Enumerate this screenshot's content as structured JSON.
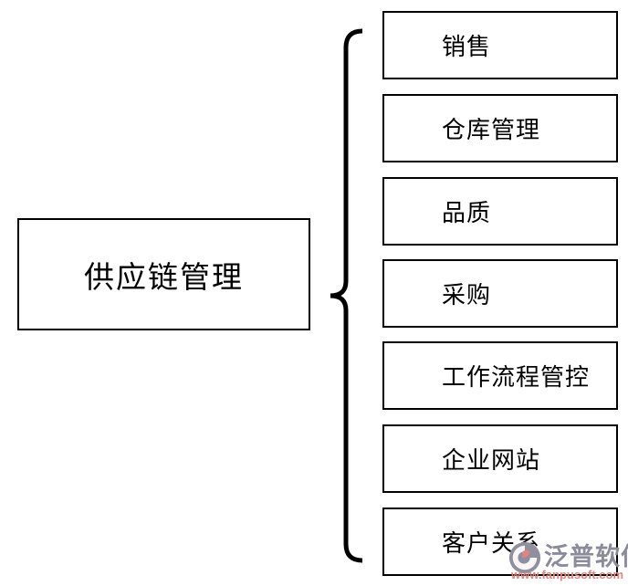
{
  "diagram": {
    "root": {
      "label": "供应链管理"
    },
    "branches": [
      {
        "label": "销售"
      },
      {
        "label": "仓库管理"
      },
      {
        "label": "品质"
      },
      {
        "label": "采购"
      },
      {
        "label": "工作流程管控"
      },
      {
        "label": "企业网站"
      },
      {
        "label": "客户关系"
      }
    ]
  },
  "watermark": {
    "brand": "泛普软件",
    "url": "www.fanpusoft.com"
  },
  "colors": {
    "background": "#ffffff",
    "box_border": "#000000",
    "box_fill": "#ffffff",
    "text": "#000000",
    "brace": "#000000",
    "watermark_gray": "#8b8b9b",
    "watermark_red": "#e4837e"
  }
}
